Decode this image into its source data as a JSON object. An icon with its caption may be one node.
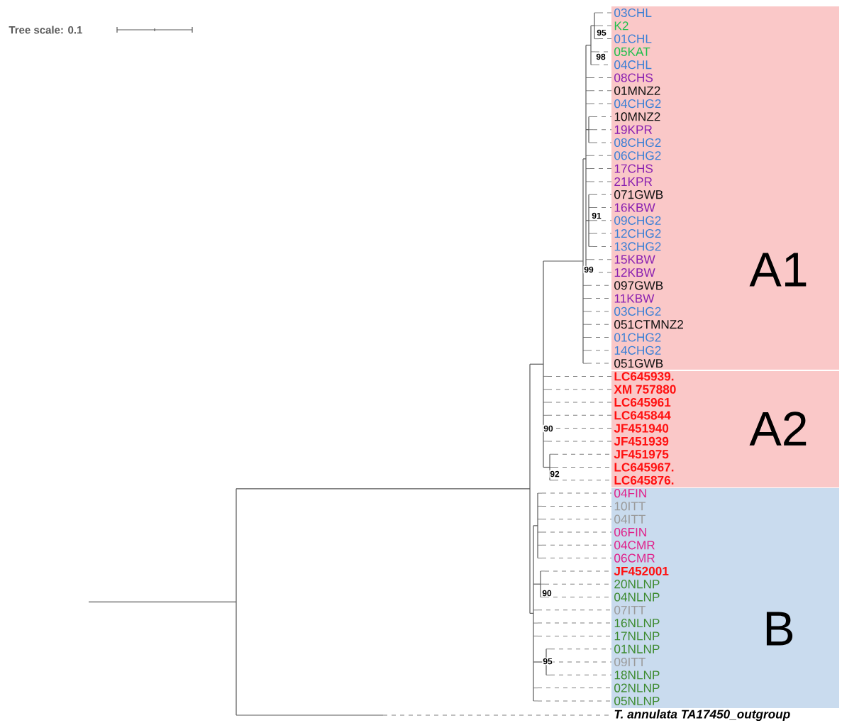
{
  "diagram": {
    "nodes": [
      {
        "text": [
          "A1"
        ]
      },
      {
        "text": [
          "A2"
        ]
      },
      {
        "text": [
          "B"
        ]
      },
      {
        "text": [
          "03CHL"
        ],
        "in": 0
      },
      {
        "text": [
          "K2"
        ],
        "in": 0
      },
      {
        "text": [
          "01CHL"
        ],
        "in": 0
      },
      {
        "text": [
          "05KAT"
        ],
        "in": 0
      },
      {
        "text": [
          "04CHL"
        ],
        "in": 0
      },
      {
        "text": [
          "08CHS"
        ],
        "in": 0
      },
      {
        "text": [
          "01MNZ2"
        ],
        "in": 0
      },
      {
        "text": [
          "04CHG2"
        ],
        "in": 0
      },
      {
        "text": [
          "10MNZ2"
        ],
        "in": 0
      },
      {
        "text": [
          "19KPR"
        ],
        "in": 0
      },
      {
        "text": [
          "08CHG2"
        ],
        "in": 0
      },
      {
        "text": [
          "06CHG2"
        ],
        "in": 0
      },
      {
        "text": [
          "17CHS"
        ],
        "in": 0
      },
      {
        "text": [
          "21KPR"
        ],
        "in": 0
      },
      {
        "text": [
          "071GWB"
        ],
        "in": 0
      },
      {
        "text": [
          "16KBW"
        ],
        "in": 0
      },
      {
        "text": [
          "09CHG2"
        ],
        "in": 0
      },
      {
        "text": [
          "12CHG2"
        ],
        "in": 0
      },
      {
        "text": [
          "13CHG2"
        ],
        "in": 0
      },
      {
        "text": [
          "15KBW"
        ],
        "in": 0
      },
      {
        "text": [
          "12KBW"
        ],
        "in": 0
      },
      {
        "text": [
          "097GWB"
        ],
        "in": 0
      },
      {
        "text": [
          "11KBW"
        ],
        "in": 0
      },
      {
        "text": [
          "03CHG2"
        ],
        "in": 0
      },
      {
        "text": [
          "051CTMNZ2"
        ],
        "in": 0
      },
      {
        "text": [
          "01CHG2"
        ],
        "in": 0
      },
      {
        "text": [
          "14CHG2"
        ],
        "in": 0
      },
      {
        "text": [
          "051GWB"
        ],
        "in": 0
      },
      {
        "text": [
          "LC645939."
        ],
        "in": 1
      },
      {
        "text": [
          "XM 757880"
        ],
        "in": 1
      },
      {
        "text": [
          "LC645961"
        ],
        "in": 1
      },
      {
        "text": [
          "LC645844"
        ],
        "in": 1
      },
      {
        "text": [
          "JF451940"
        ],
        "in": 1
      },
      {
        "text": [
          "JF451939"
        ],
        "in": 1
      },
      {
        "text": [
          "JF451975"
        ],
        "in": 1
      },
      {
        "text": [
          "LC645967."
        ],
        "in": 1
      },
      {
        "text": [
          "LC645876."
        ],
        "in": 1
      },
      {
        "text": [
          "04FIN"
        ],
        "in": 2
      },
      {
        "text": [
          "10ITT"
        ],
        "in": 2
      },
      {
        "text": [
          "04ITT"
        ],
        "in": 2
      },
      {
        "text": [
          "06FIN"
        ],
        "in": 2
      },
      {
        "text": [
          "04CMR"
        ],
        "in": 2
      },
      {
        "text": [
          "06CMR"
        ],
        "in": 2
      },
      {
        "text": [
          "JF452001"
        ],
        "in": 2
      },
      {
        "text": [
          "20NLNP"
        ],
        "in": 2
      },
      {
        "text": [
          "04NLNP"
        ],
        "in": 2
      },
      {
        "text": [
          "07ITT"
        ],
        "in": 2
      },
      {
        "text": [
          "16NLNP"
        ],
        "in": 2
      },
      {
        "text": [
          "17NLNP"
        ],
        "in": 2
      },
      {
        "text": [
          "01NLNP"
        ],
        "in": 2
      },
      {
        "text": [
          "09ITT"
        ],
        "in": 2
      },
      {
        "text": [
          "18NLNP"
        ],
        "in": 2
      },
      {
        "text": [
          "02NLNP"
        ],
        "in": 2
      },
      {
        "text": [
          "05NLNP"
        ],
        "in": 2
      },
      {
        "text": [
          "T. annulata TA17450_outgroup"
        ]
      }
    ],
    "labels": [
      "Tree scale: 0.1",
      "95",
      "98",
      "91",
      "99",
      "90",
      "92",
      "90",
      "95"
    ]
  }
}
